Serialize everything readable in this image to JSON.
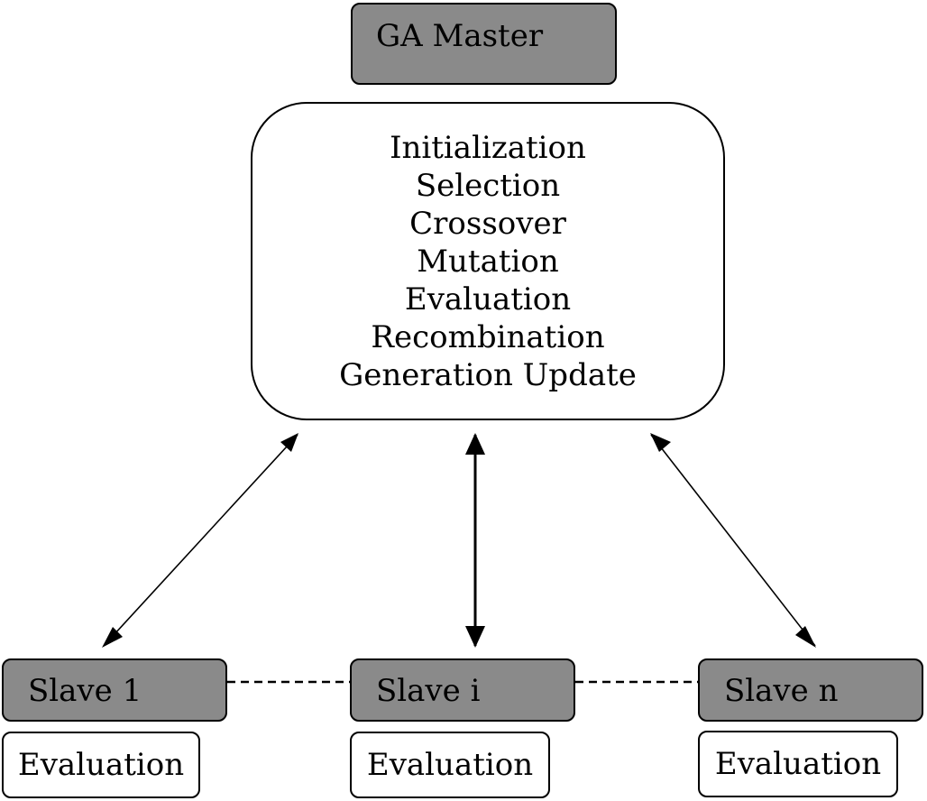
{
  "master": {
    "label": "GA Master"
  },
  "steps": [
    "Initialization",
    "Selection",
    "Crossover",
    "Mutation",
    "Evaluation",
    "Recombination",
    "Generation Update"
  ],
  "slaves": [
    {
      "label": "Slave 1",
      "task": "Evaluation"
    },
    {
      "label": "Slave i",
      "task": "Evaluation"
    },
    {
      "label": "Slave n",
      "task": "Evaluation"
    }
  ],
  "colors": {
    "node_fill": "#8a8a8a",
    "box_fill": "#ffffff",
    "line": "#000000"
  }
}
